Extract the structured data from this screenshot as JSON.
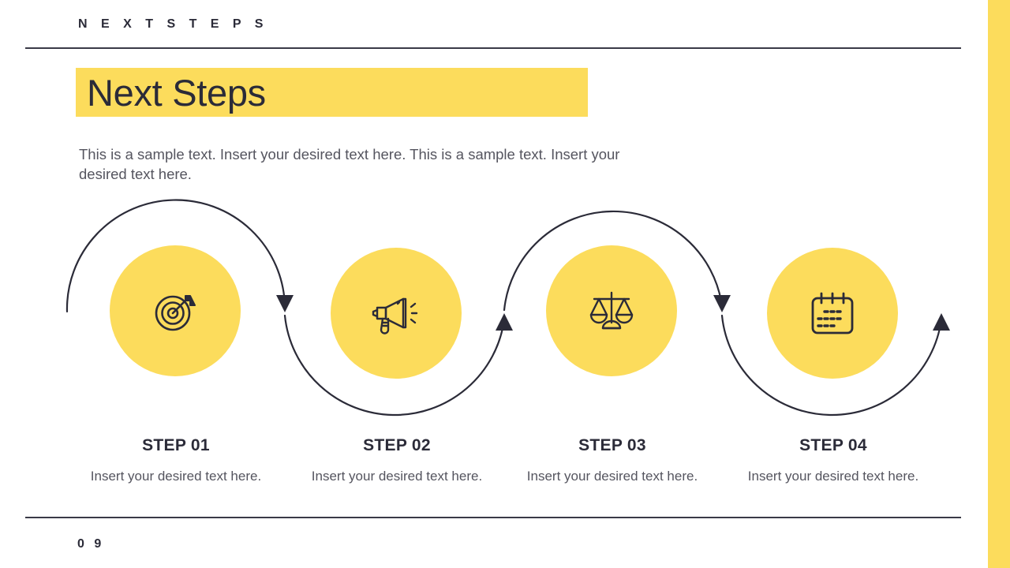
{
  "header": {
    "label": "N E X T   S T E P S"
  },
  "title": {
    "text": "Next Steps",
    "highlight_color": "#FCDC5C"
  },
  "intro": {
    "text": "This is a sample text. Insert your desired text here. This is a sample text. Insert your desired text here."
  },
  "colors": {
    "accent": "#FCDC5C",
    "ink": "#2B2B38",
    "body_text": "#55555F",
    "background": "#FFFFFF"
  },
  "steps": [
    {
      "title": "STEP 01",
      "description": "Insert your desired text here.",
      "icon": "target-arrow-icon"
    },
    {
      "title": "STEP 02",
      "description": "Insert your desired text here.",
      "icon": "megaphone-icon"
    },
    {
      "title": "STEP 03",
      "description": "Insert your desired text here.",
      "icon": "balance-scales-icon"
    },
    {
      "title": "STEP 04",
      "description": "Insert your desired text here.",
      "icon": "calendar-icon"
    }
  ],
  "footer": {
    "page_number": "0 9"
  }
}
